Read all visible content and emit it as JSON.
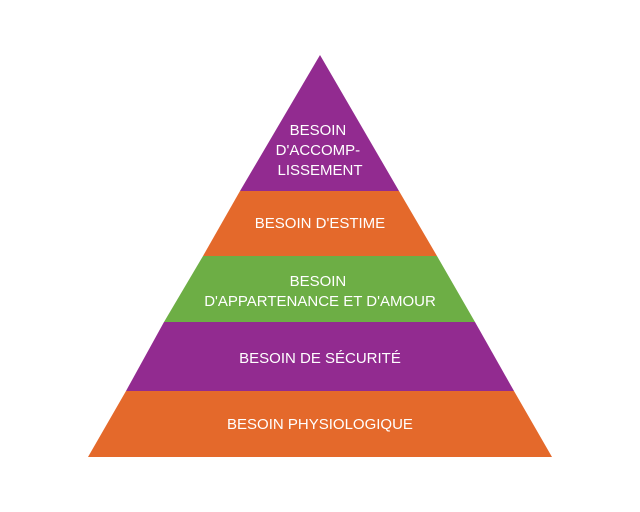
{
  "pyramid": {
    "levels": [
      {
        "lines": [
          "BESOIN",
          "D'ACCOMP-",
          "LISSEMENT"
        ],
        "color": "#922B90"
      },
      {
        "lines": [
          "BESOIN D'ESTIME"
        ],
        "color": "#E4692B"
      },
      {
        "lines": [
          "BESOIN",
          "D'APPARTENANCE ET D'AMOUR"
        ],
        "color": "#6DAE45"
      },
      {
        "lines": [
          "BESOIN DE SÉCURITÉ"
        ],
        "color": "#922B90"
      },
      {
        "lines": [
          "BESOIN PHYSIOLOGIQUE"
        ],
        "color": "#E4692B"
      }
    ]
  }
}
